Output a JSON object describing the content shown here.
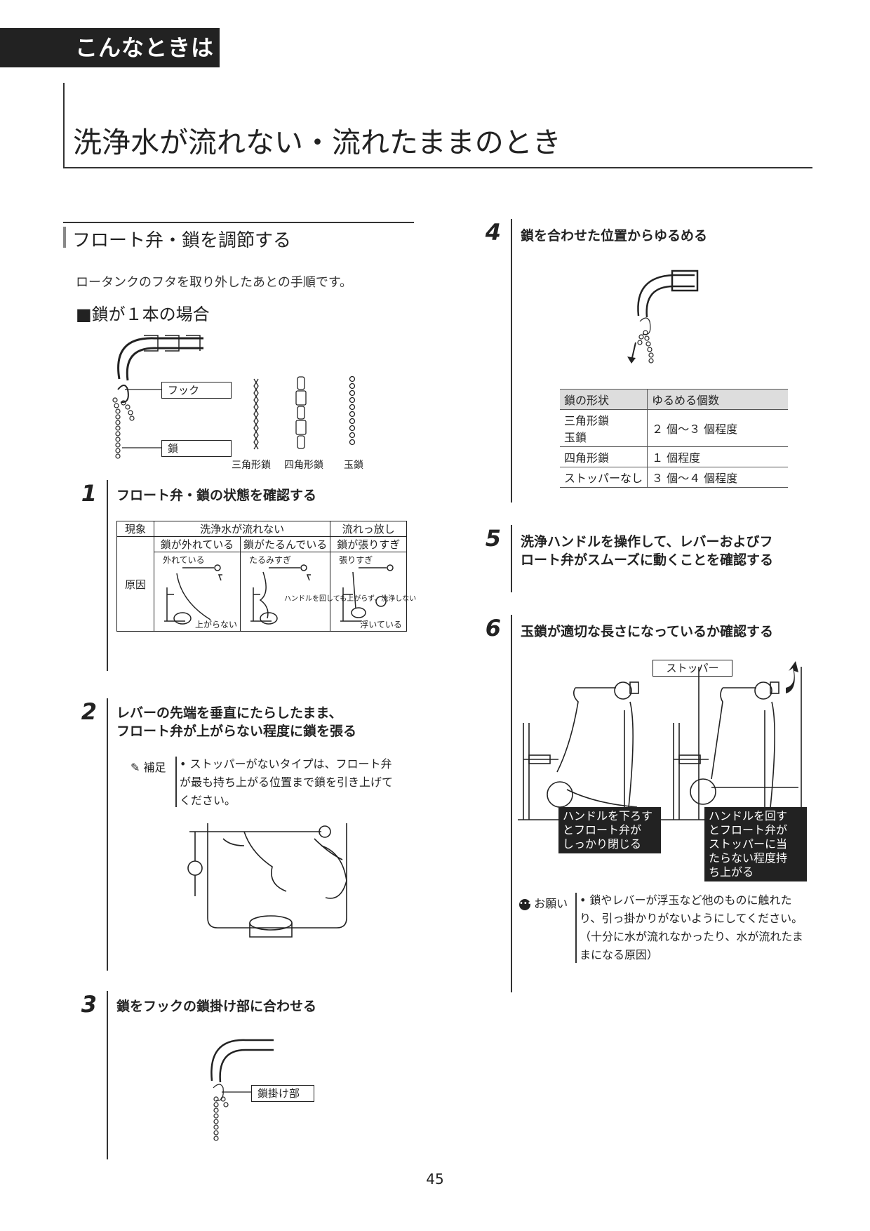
{
  "header": {
    "tag": "こんなときは",
    "title": "洗浄水が流れない・流れたままのとき"
  },
  "section": {
    "title": "フロート弁・鎖を調節する",
    "intro": "ロータンクのフタを取り外したあとの手順です。",
    "case_title": "■鎖が１本の場合",
    "fig_labels": {
      "hook": "フック",
      "chain": "鎖"
    },
    "chain_types": [
      "三角形鎖",
      "四角形鎖",
      "玉鎖"
    ]
  },
  "steps": [
    {
      "num": "1",
      "heading": "フロート弁・鎖の状態を確認する",
      "table": {
        "col_phenomenon": "現象",
        "no_flow": "洗浄水が流れない",
        "keeps_flowing": "流れっ放し",
        "sub": [
          "鎖が外れている",
          "鎖がたるんでいる",
          "鎖が張りすぎ"
        ],
        "row_cause": "原因",
        "fig_top": [
          "外れている",
          "たるみすぎ",
          "張りすぎ"
        ],
        "fig_bottom": [
          "上がらない",
          "浮いている"
        ],
        "fig_note": "ハンドルを回しても上がらず、洗浄しない"
      }
    },
    {
      "num": "2",
      "heading_l1": "レバーの先端を垂直にたらしたまま、",
      "heading_l2": "フロート弁が上がらない程度に鎖を張る",
      "note_label": "補足",
      "note_text": "• ストッパーがないタイプは、フロート弁が最も持ち上がる位置まで鎖を引き上げてください。"
    },
    {
      "num": "3",
      "heading": "鎖をフックの鎖掛け部に合わせる",
      "fig_label": "鎖掛け部"
    },
    {
      "num": "4",
      "heading": "鎖を合わせた位置からゆるめる",
      "table": {
        "headers": [
          "鎖の形状",
          "ゆるめる個数"
        ],
        "rows": [
          {
            "shape_l1": "三角形鎖",
            "shape_l2": "玉鎖",
            "count": "２ 個〜３ 個程度"
          },
          {
            "shape": "四角形鎖",
            "count": "１ 個程度"
          },
          {
            "shape": "ストッパーなし",
            "count": "３ 個〜４ 個程度"
          }
        ]
      }
    },
    {
      "num": "5",
      "heading_l1": "洗浄ハンドルを操作して、レバーおよびフ",
      "heading_l2": "ロート弁がスムーズに動くことを確認する"
    },
    {
      "num": "6",
      "heading": "玉鎖が適切な長さになっているか確認する",
      "stopper": "ストッパー",
      "box_left": [
        "ハンドルを下ろす",
        "とフロート弁が",
        "しっかり閉じる"
      ],
      "box_right": [
        "ハンドルを回す",
        "とフロート弁が",
        "ストッパーに当",
        "たらない程度持",
        "ち上がる"
      ],
      "note_label": "お願い",
      "note_text": "• 鎖やレバーが浮玉など他のものに触れたり、引っ掛かりがないようにしてください。（十分に水が流れなかったり、水が流れたままになる原因）"
    }
  ],
  "page_number": "45"
}
